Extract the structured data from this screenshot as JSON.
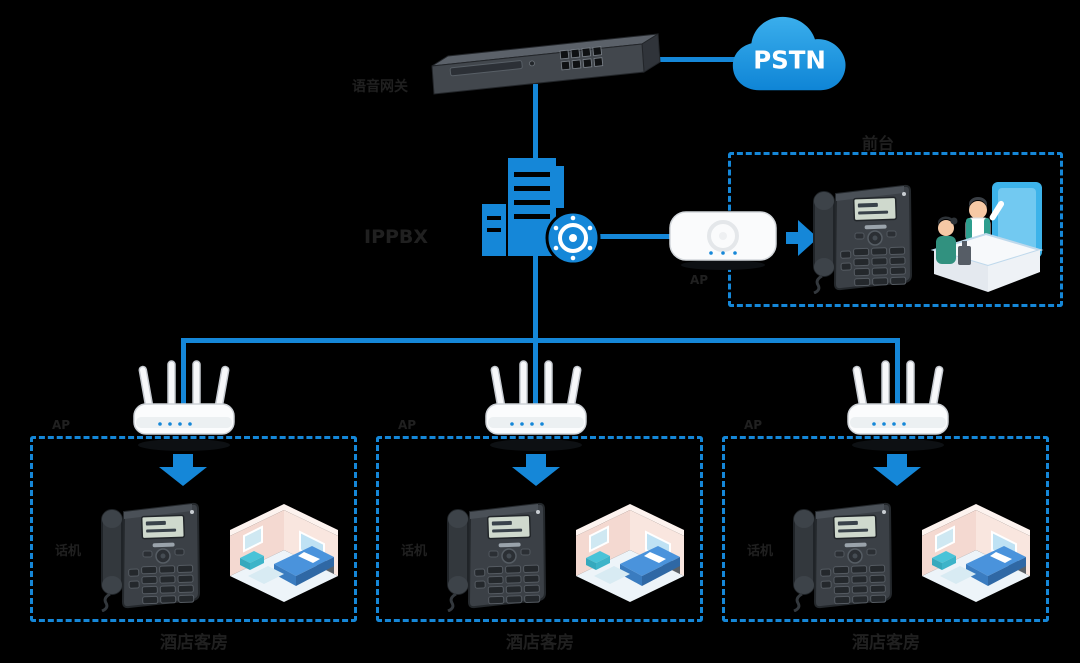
{
  "colors": {
    "background": "#000000",
    "accent": "#1587d8",
    "label_text": "#202020",
    "cloud_top": "#3aaeec",
    "cloud_bottom": "#0f85d6"
  },
  "pstn": {
    "label": "PSTN"
  },
  "gateway": {
    "label": "语音网关"
  },
  "pbx": {
    "label": "IPPBX"
  },
  "front_desk": {
    "title": "前台",
    "ap_label": "AP"
  },
  "guest_rooms": [
    {
      "ap_label": "AP",
      "phone_label": "话机",
      "caption": "酒店客房"
    },
    {
      "ap_label": "AP",
      "phone_label": "话机",
      "caption": "酒店客房"
    },
    {
      "ap_label": "AP",
      "phone_label": "话机",
      "caption": "酒店客房"
    }
  ],
  "icons": [
    "voice-gateway-switch-icon",
    "pstn-cloud-icon",
    "pbx-building-icon",
    "ceiling-ap-icon",
    "wireless-router-icon",
    "ip-phone-icon",
    "front-desk-illustration",
    "hotel-room-illustration",
    "down-arrow-icon",
    "right-arrow-icon"
  ]
}
